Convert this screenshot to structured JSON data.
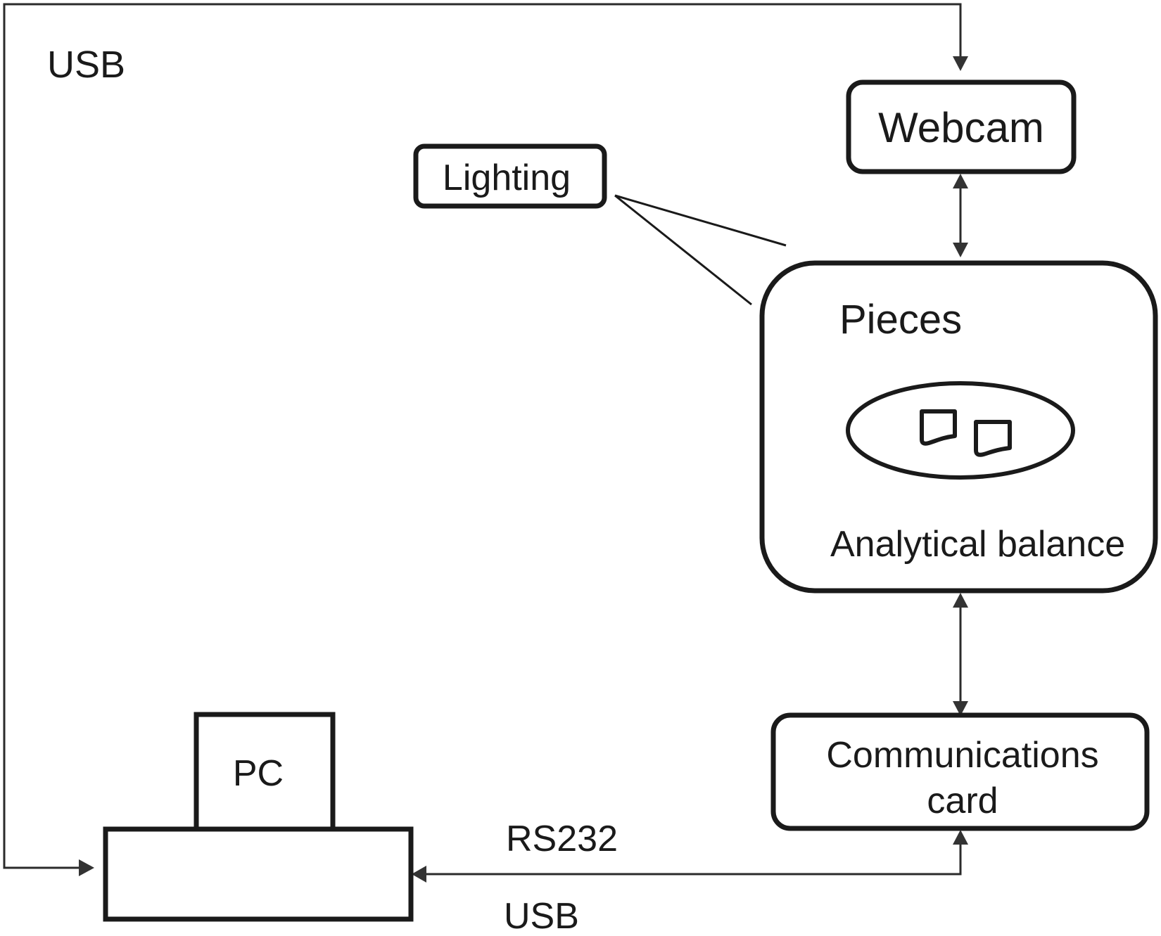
{
  "diagram": {
    "title": "",
    "nodes": {
      "webcam": {
        "label": "Webcam"
      },
      "lighting": {
        "label": "Lighting"
      },
      "balance": {
        "title": "Pieces",
        "label": "Analytical balance"
      },
      "comm_card": {
        "line1": "Communications",
        "line2": "card"
      },
      "pc": {
        "label": "PC"
      }
    },
    "edges": [
      {
        "from": "pc",
        "to": "webcam",
        "label": "USB",
        "direction": "bidirectional"
      },
      {
        "from": "webcam",
        "to": "balance",
        "direction": "bidirectional"
      },
      {
        "from": "balance",
        "to": "comm_card",
        "direction": "bidirectional"
      },
      {
        "from": "comm_card",
        "to": "pc",
        "label_top": "RS232",
        "label_bottom": "USB",
        "direction": "bidirectional"
      },
      {
        "from": "lighting",
        "to": "balance",
        "style": "light-cone"
      }
    ],
    "labels": {
      "usb_top": "USB",
      "rs232": "RS232",
      "usb_bottom": "USB"
    }
  }
}
